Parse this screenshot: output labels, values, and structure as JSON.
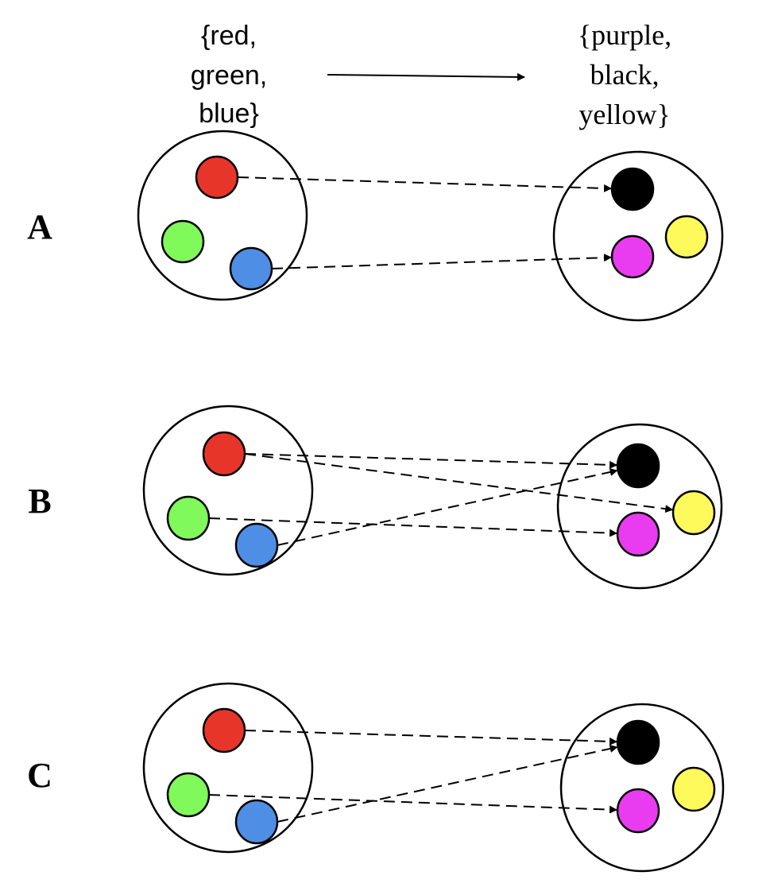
{
  "header": {
    "domain_set_lines": [
      "{red,",
      "green,",
      "blue}"
    ],
    "codomain_set_lines": [
      "{purple,",
      "black,",
      "yellow}"
    ]
  },
  "colors": {
    "red": "#e8352a",
    "green": "#80f95a",
    "blue": "#4f8ee5",
    "black": "#000000",
    "purple": "#e93cf0",
    "yellow": "#fffa5c"
  },
  "rows": [
    {
      "label": "A",
      "mappings": [
        {
          "from": "red",
          "to": "black"
        },
        {
          "from": "blue",
          "to": "purple"
        }
      ]
    },
    {
      "label": "B",
      "mappings": [
        {
          "from": "red",
          "to": "black"
        },
        {
          "from": "red",
          "to": "yellow"
        },
        {
          "from": "green",
          "to": "purple"
        },
        {
          "from": "blue",
          "to": "black"
        }
      ]
    },
    {
      "label": "C",
      "mappings": [
        {
          "from": "red",
          "to": "black"
        },
        {
          "from": "green",
          "to": "purple"
        },
        {
          "from": "blue",
          "to": "black"
        }
      ]
    }
  ]
}
